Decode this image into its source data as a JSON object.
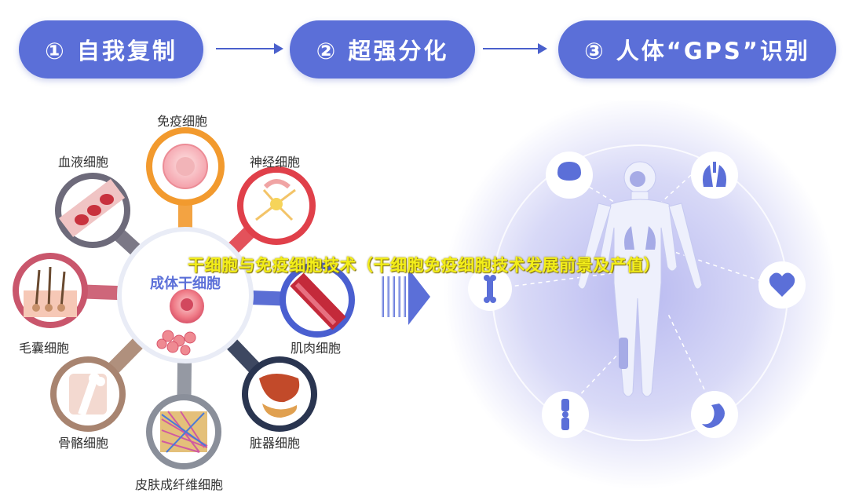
{
  "steps": [
    {
      "label": "① 自我复制"
    },
    {
      "label": "② 超强分化"
    },
    {
      "label": "③ 人体“GPS”识别"
    }
  ],
  "center": {
    "label": "成体干细胞"
  },
  "cells": {
    "immune": "免疫细胞",
    "nerve": "神经细胞",
    "blood": "血液细胞",
    "muscle": "肌肉细胞",
    "hair": "毛囊细胞",
    "organ": "脏器细胞",
    "bone": "骨骼细胞",
    "skin": "皮肤成纤维细胞"
  },
  "title": "干细胞与免疫细胞技术（干细胞免疫细胞技术发展前景及产值）",
  "colors": {
    "primary": "#5b6fd8",
    "immune": "#f29a2e",
    "nerve": "#e0404a",
    "blood": "#6d6a7a",
    "muscle": "#4a5fd0",
    "hair": "#c9566c",
    "organ": "#2a3550",
    "bone": "#a88470",
    "skin": "#8a8f9a"
  },
  "organ_icons": [
    "brain-icon",
    "lungs-icon",
    "heart-icon",
    "stomach-icon",
    "knee-icon",
    "bone-icon"
  ]
}
